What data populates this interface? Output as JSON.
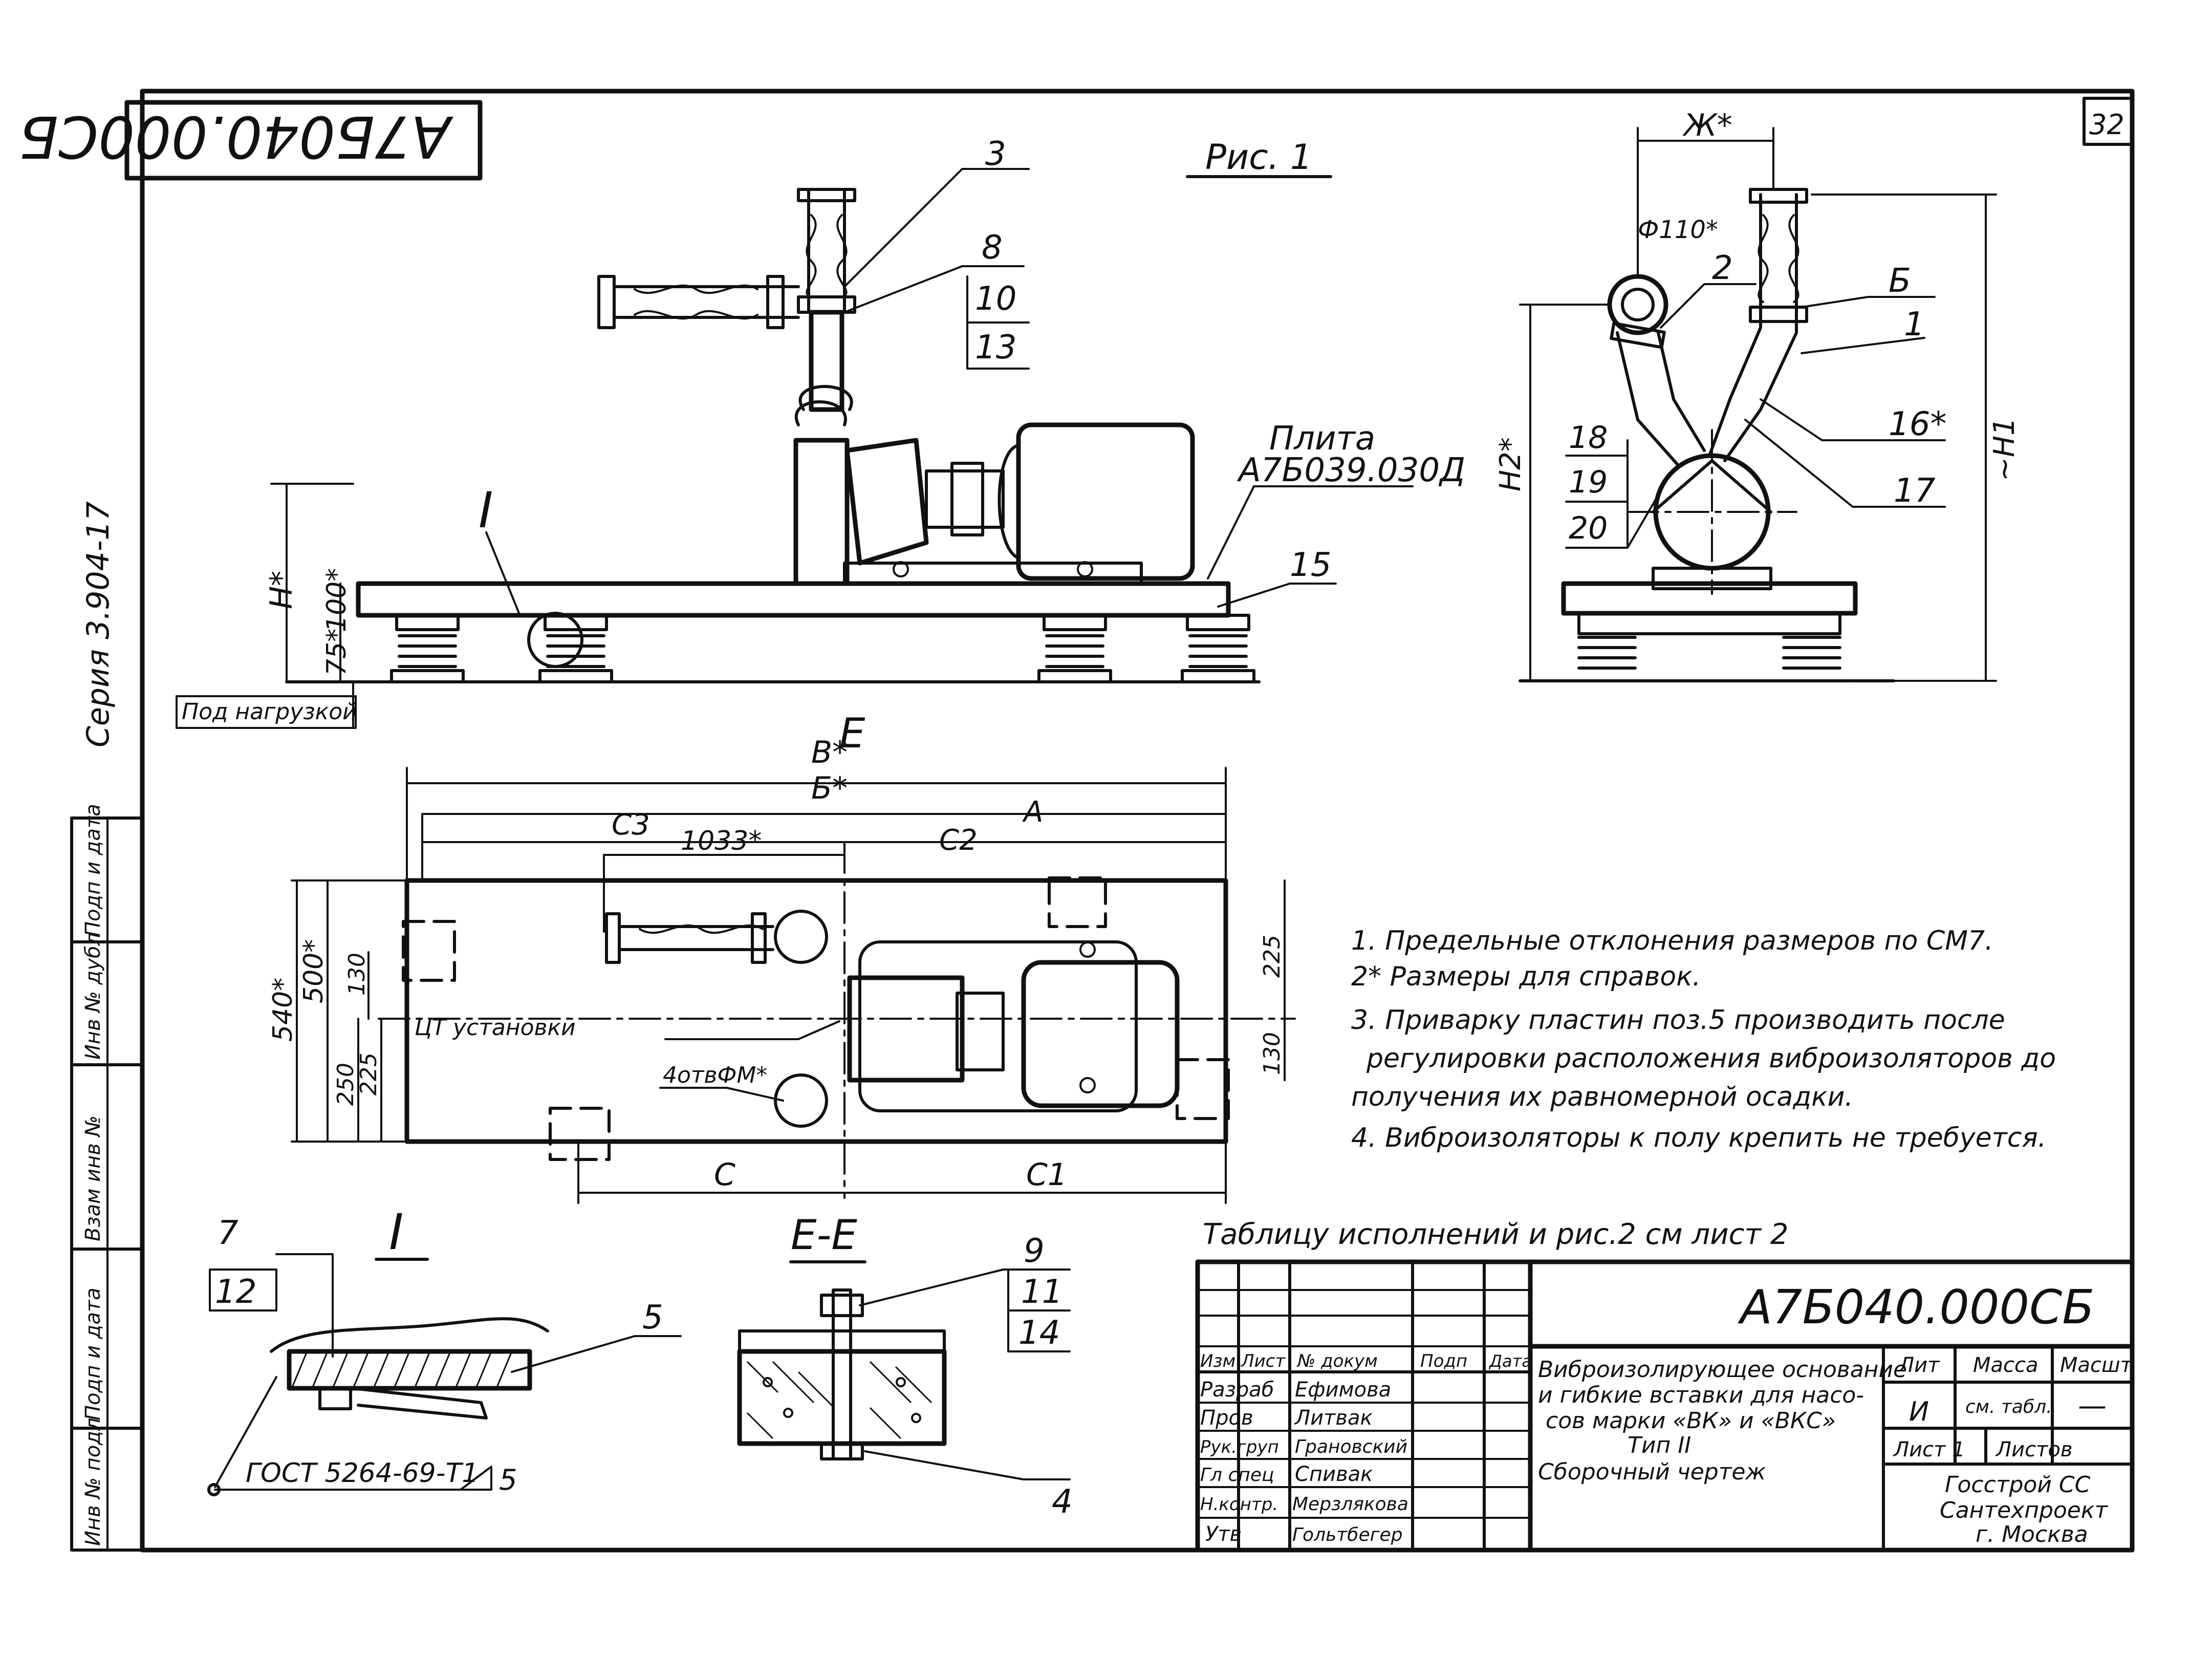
{
  "drawing_number_stamp": "А7Б040.000СБ",
  "sheet_number": "32",
  "series_label": "Серия 3.904-17",
  "figure_label": "Рис. 1",
  "plate": {
    "label": "Плита",
    "code": "А7Б039.030Д"
  },
  "under_load": "Под нагрузкой",
  "section_labels": {
    "e": "Е",
    "i": "I",
    "ee": "Е-Е"
  },
  "front_view": {
    "callouts": [
      "3",
      "8",
      "10",
      "13",
      "15"
    ],
    "dims": {
      "h": "H*",
      "d100": "100*",
      "d75": "75*"
    }
  },
  "side_view": {
    "callouts": [
      "2",
      "Б",
      "1",
      "16*",
      "17",
      "18",
      "19",
      "20"
    ],
    "dims": {
      "zh": "Ж*",
      "phi": "Ф110*",
      "h1": "~H1",
      "h2": "H2*"
    }
  },
  "plan_view": {
    "dims": {
      "v": "B*",
      "b": "Б*",
      "c3": "С3",
      "a": "А",
      "d1033": "1033*",
      "c2": "С2",
      "d540": "540*",
      "d500": "500*",
      "d130": "130",
      "d250": "250",
      "d225": "225",
      "r225": "225",
      "r130": "130",
      "c": "С",
      "c1": "С1"
    },
    "cg_label": "ЦТ установки",
    "holes_label": "4отвФМ*"
  },
  "notes": [
    "1. Предельные отклонения размеров по СМ7.",
    "2* Размеры для справок.",
    "3. Приварку пластин поз.5 производить после",
    "регулировки расположения виброизоляторов до",
    "получения их равномерной осадки.",
    "4. Виброизоляторы к полу крепить не требуется."
  ],
  "detail_i": {
    "callouts": [
      "7",
      "12",
      "5"
    ],
    "gost": "ГОСТ 5264-69-Т1",
    "weld_leg": "5"
  },
  "section_ee": {
    "callouts": [
      "9",
      "11",
      "14",
      "4"
    ]
  },
  "table_ref": "Таблицу исполнений и рис.2 см лист 2",
  "title_block": {
    "designation": "А7Б040.000СБ",
    "title_lines": [
      "Виброизолирующее основание",
      "и гибкие вставки для насо-",
      "сов марки «ВК» и «ВКС»",
      "Тип II",
      "Сборочный чертеж"
    ],
    "header": [
      "Изм",
      "Лист",
      "№ докум",
      "Подп",
      "Дата"
    ],
    "roles": [
      {
        "role": "Разраб",
        "name": "Ефимова"
      },
      {
        "role": "Пров",
        "name": "Литвак"
      },
      {
        "role": "Рук.груп",
        "name": "Грановский"
      },
      {
        "role": "Гл спец",
        "name": "Спивак"
      },
      {
        "role": "Н.контр.",
        "name": "Мерзлякова"
      },
      {
        "role": "Утв",
        "name": "Гольтбегер"
      }
    ],
    "lit_label": "Лит",
    "mass_label": "Масса",
    "scale_label": "Масшт",
    "lit_value": "И",
    "mass_value": "см. табл.",
    "scale_value": "—",
    "sheet_label": "Лист 1",
    "sheets_label": "Листов",
    "org": [
      "Госстрой СС",
      "Сантехпроект",
      "г. Москва"
    ]
  },
  "side_stamp": [
    "Инв № подл",
    "Подп и дата",
    "Взам инв №",
    "Инв № дубл",
    "Подп и дата"
  ]
}
